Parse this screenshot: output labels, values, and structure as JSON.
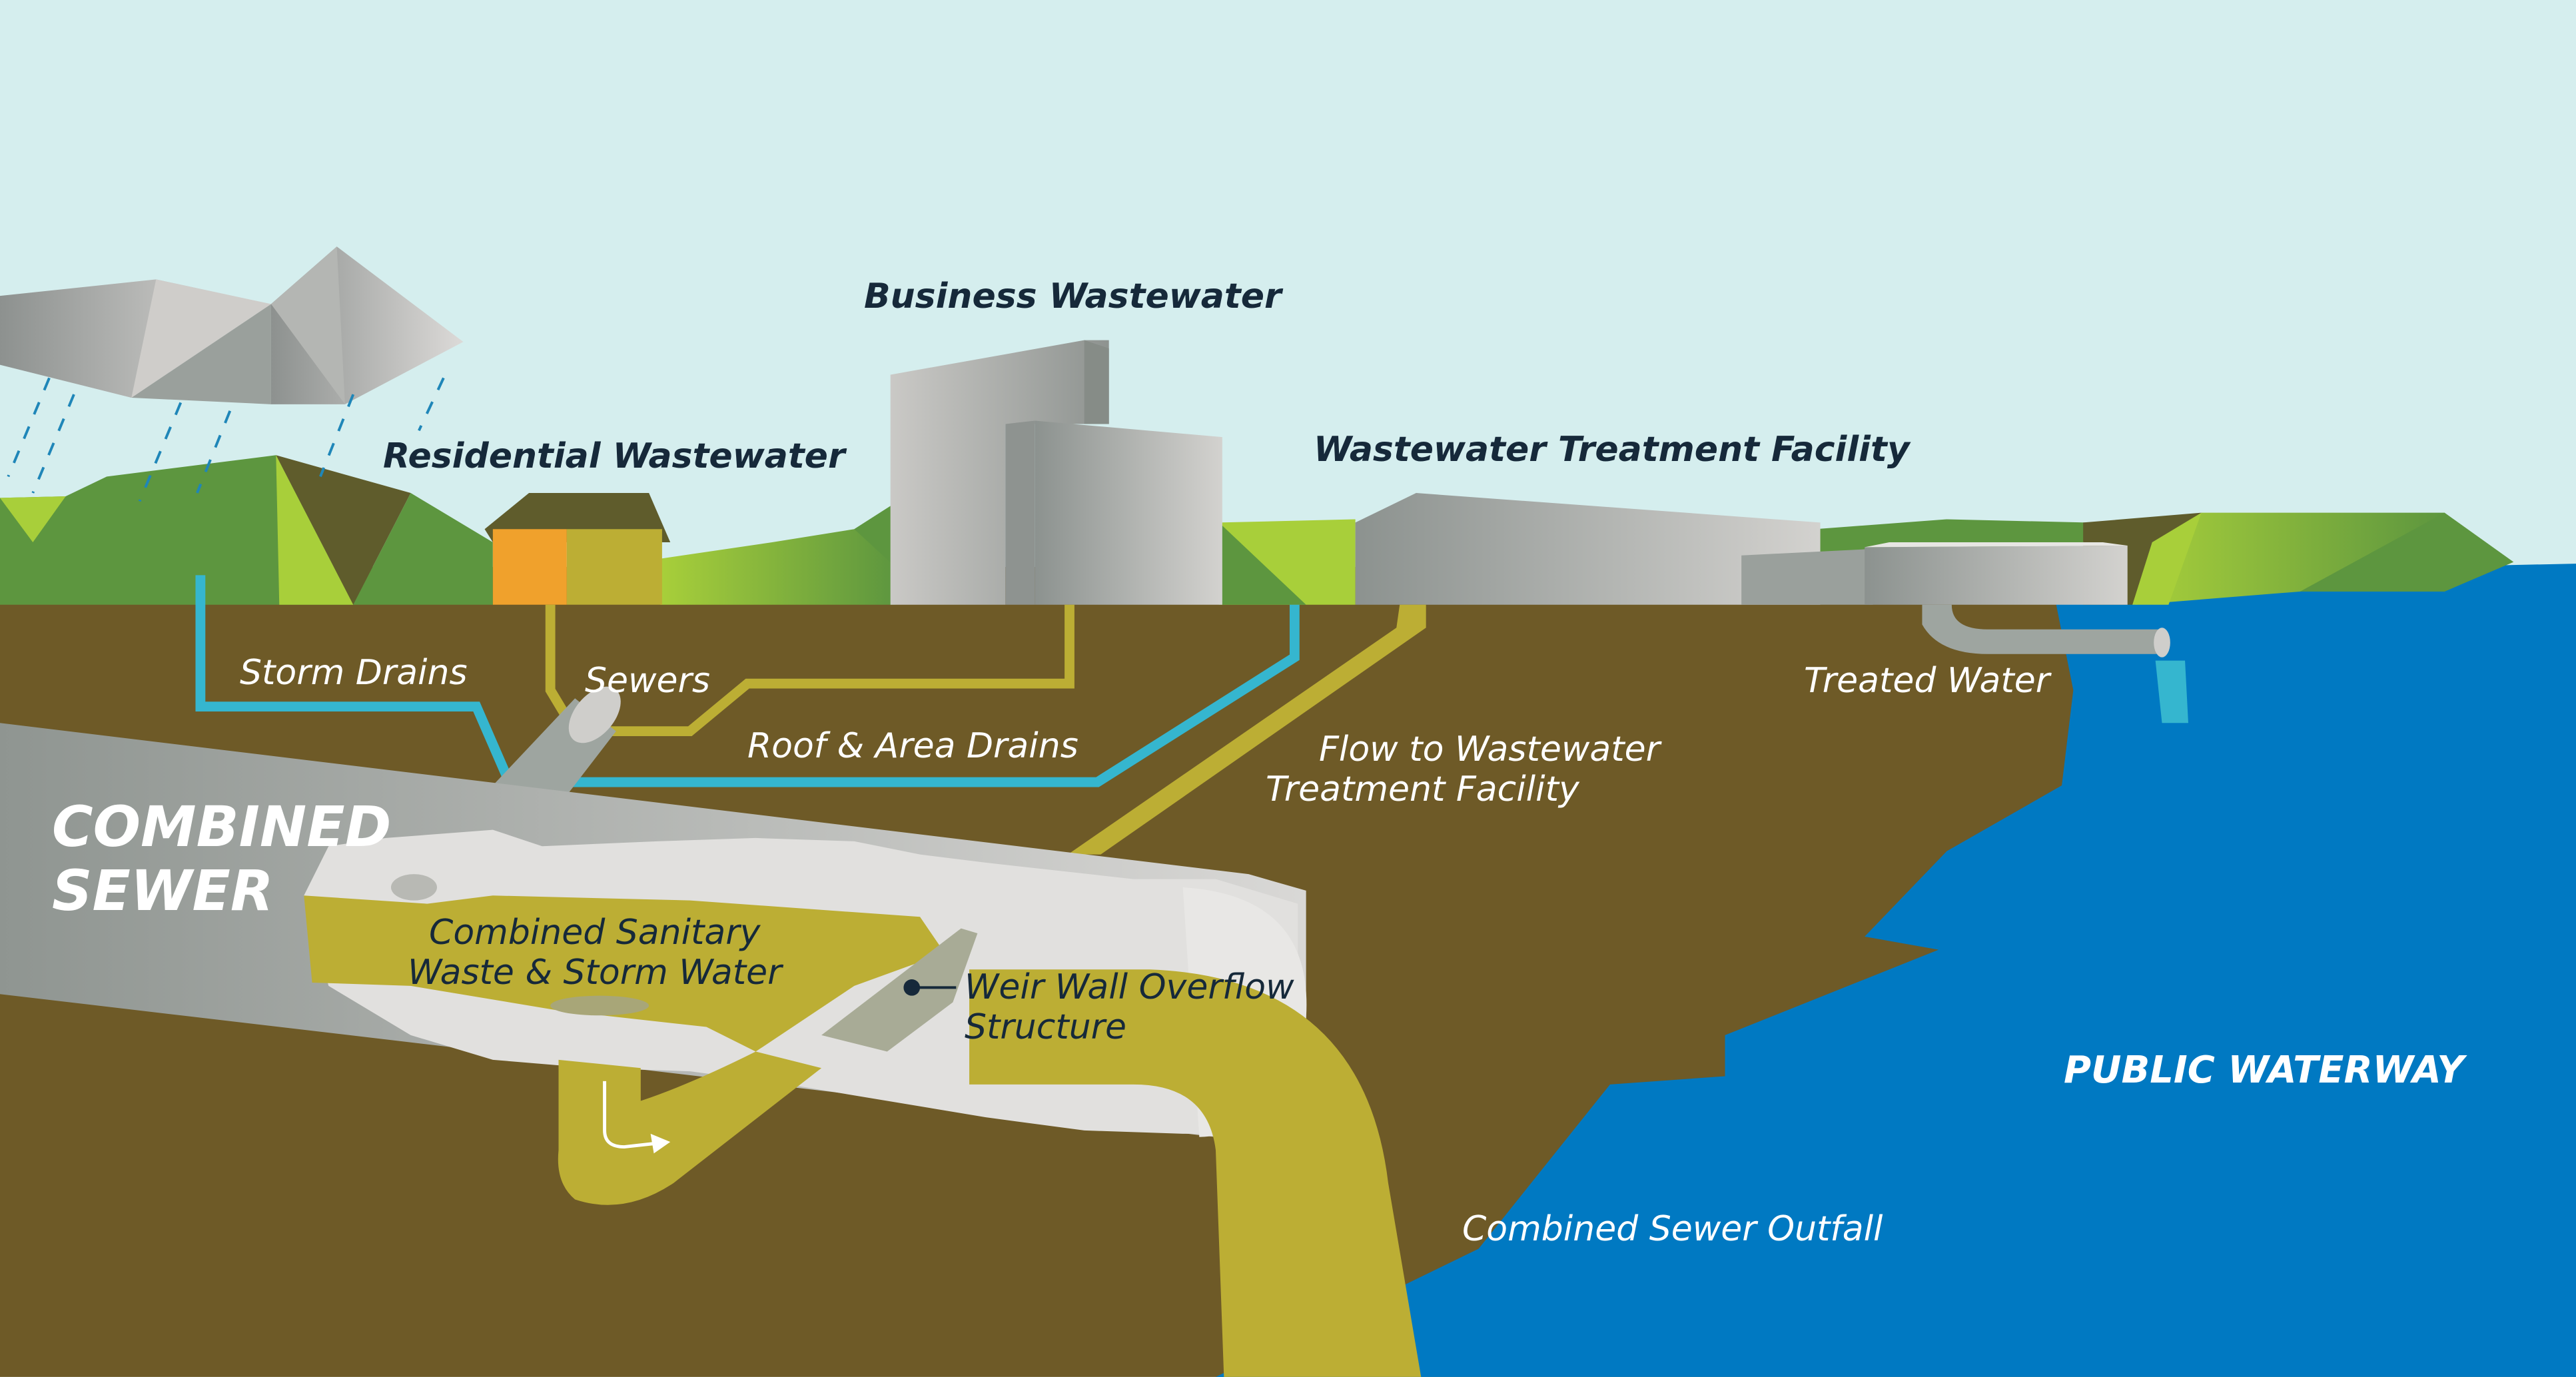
{
  "labels": {
    "residential": "Residential Wastewater",
    "business": "Business Wastewater",
    "treatment_facility": "Wastewater Treatment Facility",
    "storm_drains": "Storm Drains",
    "sewers": "Sewers",
    "roof_area_drains": "Roof & Area Drains",
    "flow_to_facility": [
      "Flow to Wastewater",
      "Treatment Facility"
    ],
    "treated_water": "Treated Water",
    "combined_sewer": [
      "COMBINED",
      "SEWER"
    ],
    "combined_sanitary": [
      "Combined Sanitary",
      "Waste & Storm Water"
    ],
    "weir_wall": [
      "Weir Wall Overflow",
      "Structure"
    ],
    "public_waterway": "PUBLIC WATERWAY",
    "outfall": "Combined Sewer Outfall"
  },
  "colors": {
    "sky": "#d5eeee",
    "soil": "#6e5a27",
    "waterway": "#0079c2",
    "sewage": "#bcae34",
    "storm_pipe": "#35b6cf",
    "grass_light": "#a8cf3a",
    "grass_dark": "#5d963f",
    "house_orange": "#f0a12c",
    "pipe_gray": "#9ea5a0"
  }
}
